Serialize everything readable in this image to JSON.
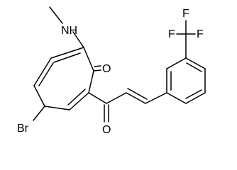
{
  "molecule": {
    "atoms": {
      "methylamine_n": "NH",
      "ketone_o_ring": "O",
      "ketone_o_chain": "O",
      "bromine": "Br",
      "cf3_f_left": "F",
      "cf3_f_top": "F",
      "cf3_f_right": "F"
    }
  }
}
